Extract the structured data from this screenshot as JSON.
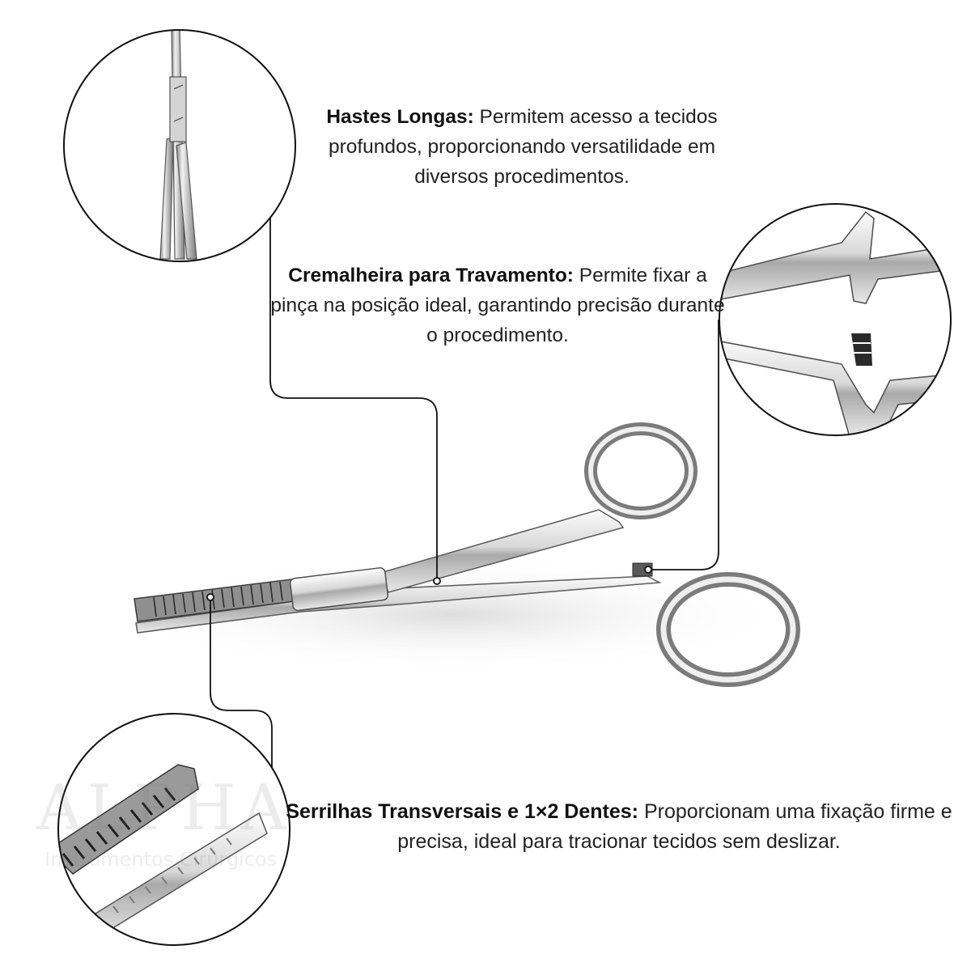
{
  "callouts": {
    "hastes": {
      "title": "Hastes Longas:",
      "body": " Permitem acesso a tecidos profundos, proporcionando versatilidade em diversos procedimentos."
    },
    "cremalheira": {
      "title": "Cremalheira para Travamento:",
      "body": " Permite fixar a pinça na posição ideal, garantindo precisão durante o procedimento."
    },
    "serrilhas": {
      "title": "Serrilhas Transversais e 1×2 Dentes:",
      "body": " Proporcionam uma fixação firme e precisa, ideal para tracionar tecidos sem deslizar."
    }
  },
  "watermark": {
    "brand": "ALPHA",
    "tagline": "Instrumentos Cirúrgicos"
  },
  "colors": {
    "steel_light": "#f4f4f4",
    "steel_mid": "#b9b9b9",
    "steel_dark": "#6b6b6b",
    "outline": "#1a1a1a",
    "connector": "#111111"
  }
}
